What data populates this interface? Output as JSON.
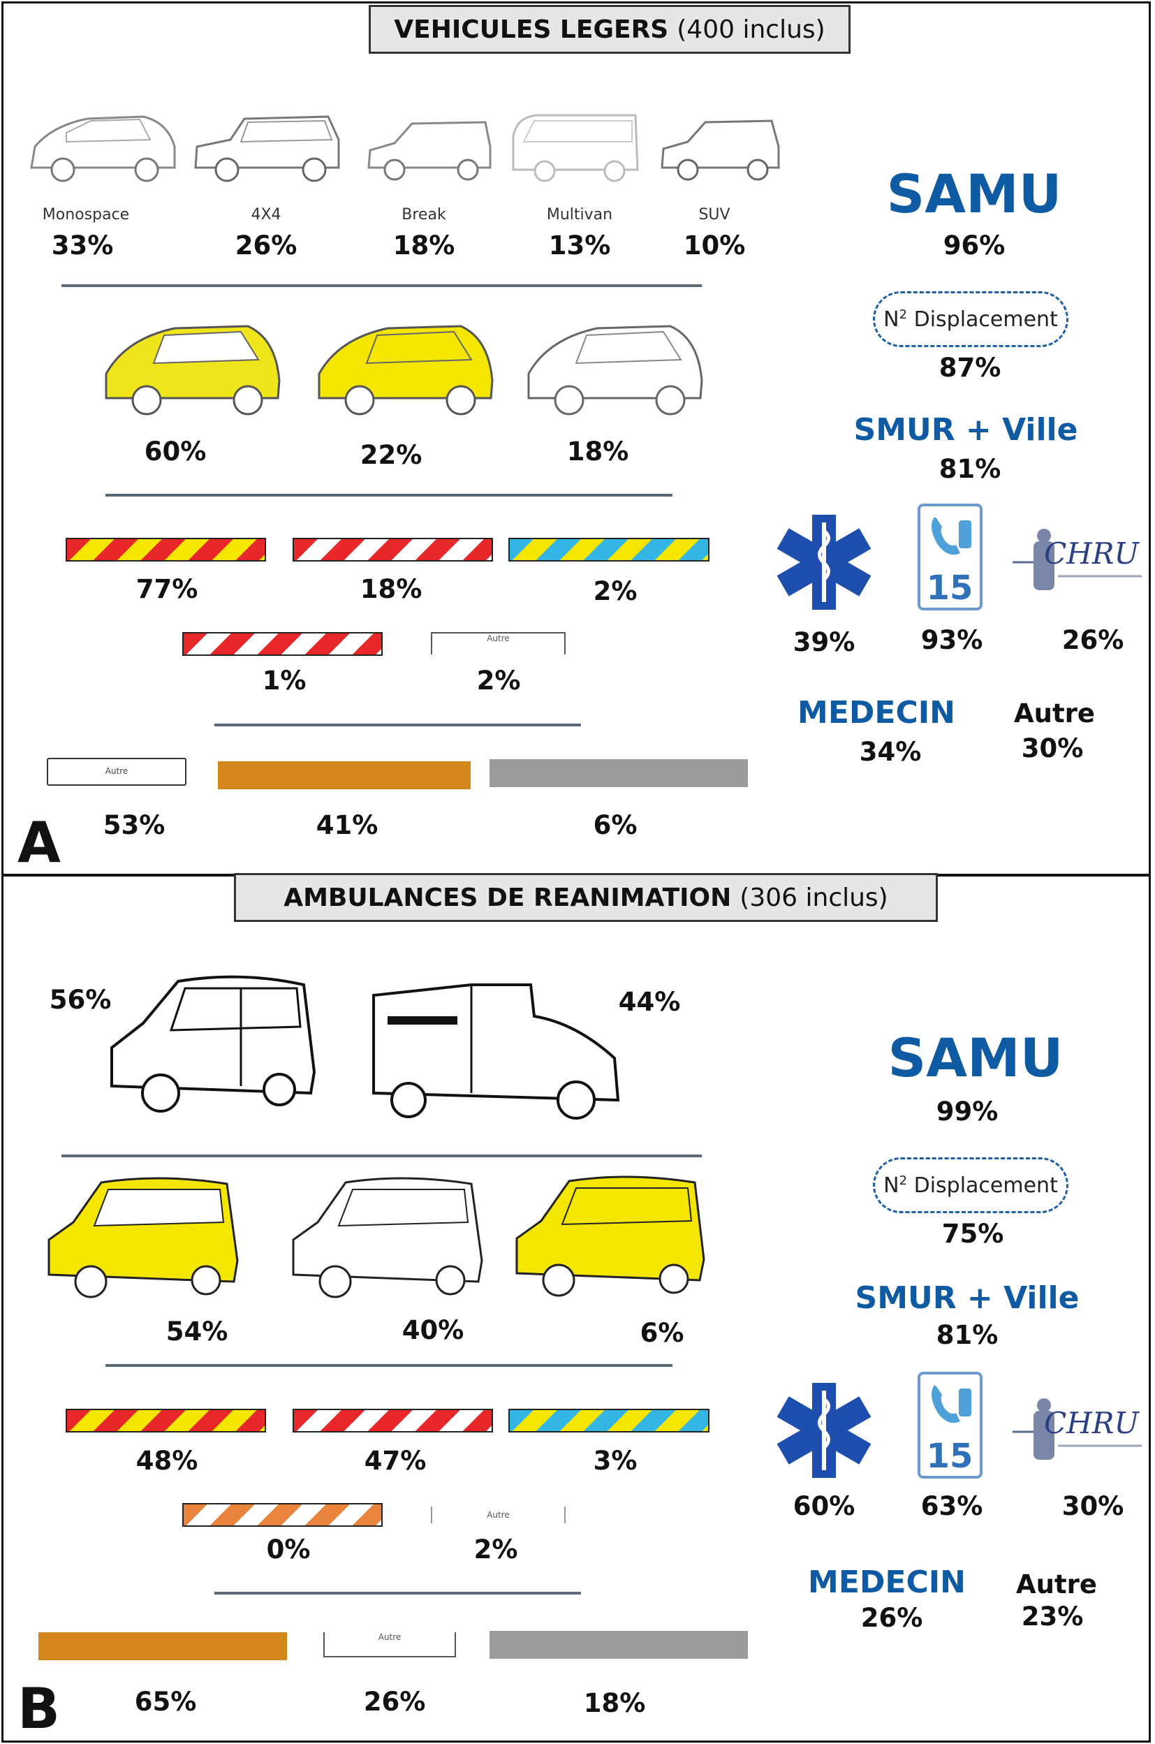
{
  "panelA": {
    "letter": "A",
    "title_bold": "VEHICULES LEGERS",
    "title_rest": "(400 inclus)",
    "vehicle_types": [
      {
        "label": "Monospace",
        "pct": "33%"
      },
      {
        "label": "4X4",
        "pct": "26%"
      },
      {
        "label": "Break",
        "pct": "18%"
      },
      {
        "label": "Multivan",
        "pct": "13%"
      },
      {
        "label": "SUV",
        "pct": "10%"
      }
    ],
    "colors": [
      "60%",
      "22%",
      "18%"
    ],
    "stripes_row1": [
      "77%",
      "18%",
      "2%"
    ],
    "stripes_row2": [
      "1%",
      "2%"
    ],
    "bracket_label": "Autre",
    "bars": [
      "53%",
      "41%",
      "6%"
    ],
    "bar_box_label": "Autre",
    "samu": "SAMU",
    "samu_pct": "96%",
    "displacement_label": "Displacement",
    "displacement_pct": "87%",
    "smur": "SMUR + Ville",
    "smur_pct": "81%",
    "logos_pct": [
      "39%",
      "93%",
      "26%"
    ],
    "logo_15": "15",
    "logo_chru": "CHRU",
    "medecin": "MEDECIN",
    "medecin_pct": "34%",
    "autre": "Autre",
    "autre_pct": "30%"
  },
  "panelB": {
    "letter": "B",
    "title_bold": "AMBULANCES DE REANIMATION",
    "title_rest": "(306 inclus)",
    "types": [
      "56%",
      "44%"
    ],
    "colors": [
      "54%",
      "40%",
      "6%"
    ],
    "stripes_row1": [
      "48%",
      "47%",
      "3%"
    ],
    "stripes_row2": [
      "0%",
      "2%"
    ],
    "bracket_label": "Autre",
    "bars": [
      "65%",
      "26%",
      "18%"
    ],
    "bar_box_label": "Autre",
    "samu": "SAMU",
    "samu_pct": "99%",
    "displacement_label": "Displacement",
    "displacement_pct": "75%",
    "smur": "SMUR + Ville",
    "smur_pct": "81%",
    "logos_pct": [
      "60%",
      "63%",
      "30%"
    ],
    "logo_15": "15",
    "logo_chru": "CHRU",
    "medecin": "MEDECIN",
    "medecin_pct": "26%",
    "autre": "Autre",
    "autre_pct": "23%"
  },
  "colors": {
    "samu_blue": "#0e5aa3",
    "yellow": "#f5e600",
    "red": "#e8272a",
    "light_blue": "#33b6e5",
    "orange_bar": "#d4861a",
    "gray_bar": "#9b9b9b",
    "separator": "#5b6878"
  }
}
